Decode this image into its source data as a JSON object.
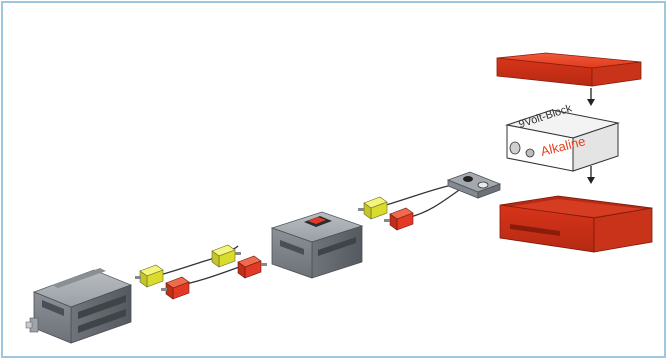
{
  "battery": {
    "line1": "9Volt-Block",
    "line2": "Alkaline"
  },
  "colors": {
    "frame": "#9ec6de",
    "case_red": "#e43a1e",
    "connector_yellow": "#e6ea3a",
    "connector_red": "#e23a26",
    "module_grey": "#7d8288"
  },
  "components": [
    "motor-block",
    "cable-pair-1",
    "switch-block",
    "cable-pair-2",
    "battery-clip",
    "battery-lid",
    "battery",
    "battery-box"
  ]
}
